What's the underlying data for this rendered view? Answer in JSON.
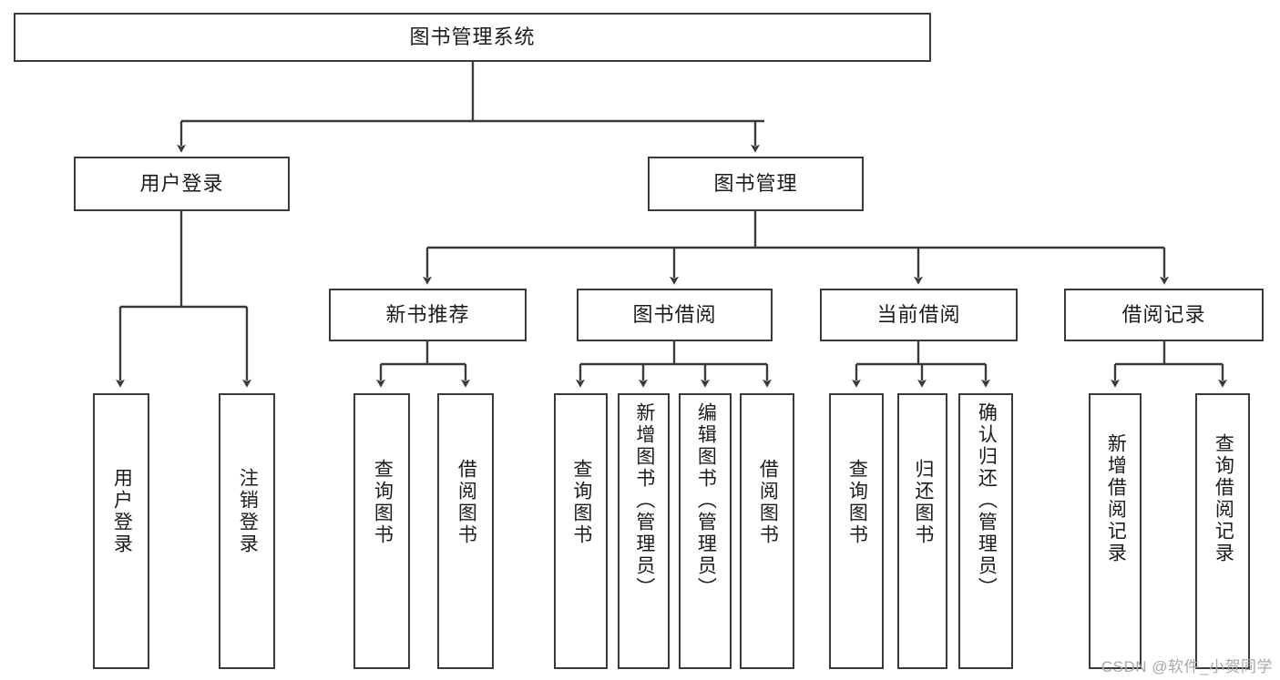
{
  "diagram": {
    "type": "tree-hierarchy",
    "title": "图书管理系统",
    "watermark": "CSDN @软件_小贺同学",
    "colors": {
      "stroke": "#3a3a3a",
      "background": "#ffffff",
      "text": "#1b1b1b",
      "watermark": "#a8a8a8"
    },
    "nodes": {
      "root": {
        "label": "图书管理系统"
      },
      "level2": [
        {
          "label": "用户登录"
        },
        {
          "label": "图书管理"
        }
      ],
      "level3": [
        {
          "label": "新书推荐"
        },
        {
          "label": "图书借阅"
        },
        {
          "label": "当前借阅"
        },
        {
          "label": "借阅记录"
        }
      ],
      "leaves": [
        {
          "label": "用户登录"
        },
        {
          "label": "注销登录"
        },
        {
          "label": "查询图书"
        },
        {
          "label": "借阅图书"
        },
        {
          "label": "查询图书"
        },
        {
          "label": "新增图书（管理员）"
        },
        {
          "label": "编辑图书（管理员）"
        },
        {
          "label": "借阅图书"
        },
        {
          "label": "查询图书"
        },
        {
          "label": "归还图书"
        },
        {
          "label": "确认归还（管理员）"
        },
        {
          "label": "新增借阅记录"
        },
        {
          "label": "查询借阅记录"
        }
      ]
    }
  }
}
